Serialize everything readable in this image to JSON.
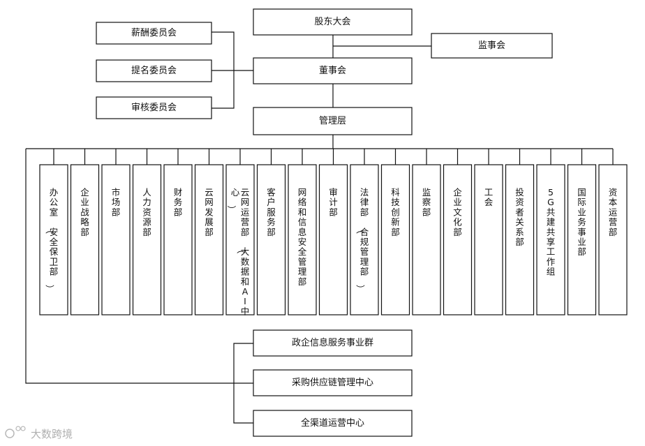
{
  "top": {
    "shareholders": "股东大会",
    "supervisors": "监事会",
    "board": "董事会",
    "management": "管理层"
  },
  "committees": [
    "薪酬委员会",
    "提名委员会",
    "审核委员会"
  ],
  "departments": [
    "办公室（安全保卫部）",
    "企业战略部",
    "市场部",
    "人力资源部",
    "财务部",
    "云网发展部",
    "云网运营部（大数据和AI中心）",
    "客户服务部",
    "网络和信息安全管理部",
    "审计部",
    "法律部（合规管理部）",
    "科技创新部",
    "监察部",
    "企业文化部",
    "工会",
    "投资者关系部",
    "5G共建共享工作组",
    "国际业务事业部",
    "资本运营部"
  ],
  "business_units": [
    "政企信息服务事业群",
    "采购供应链管理中心",
    "全渠道运营中心"
  ],
  "watermark": "大数跨境"
}
